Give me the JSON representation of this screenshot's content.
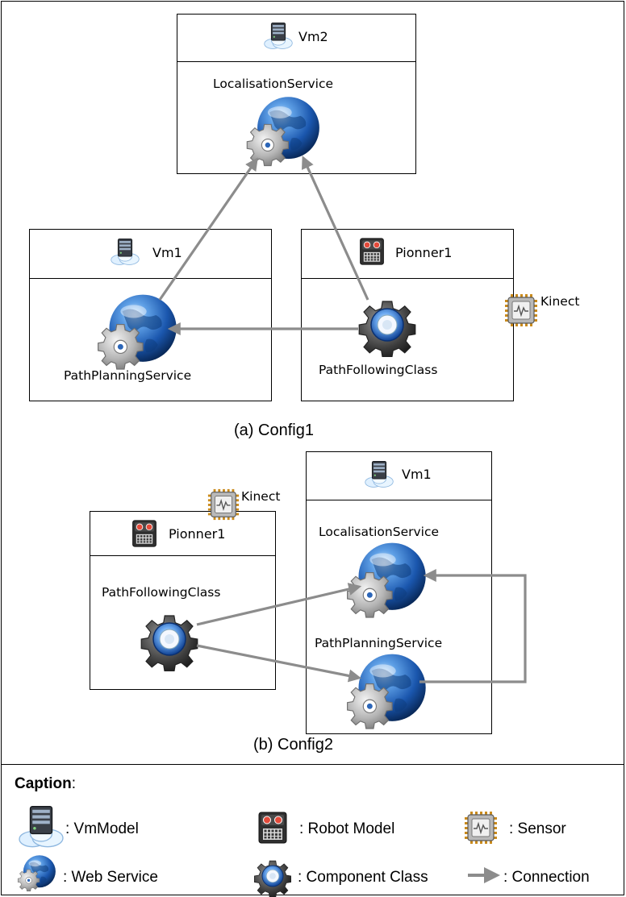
{
  "config1": {
    "caption": "(a) Config1",
    "vm2": {
      "title": "Vm2",
      "service": "LocalisationService"
    },
    "vm1": {
      "title": "Vm1",
      "service": "PathPlanningService"
    },
    "robot": {
      "title": "Pionner1",
      "component": "PathFollowingClass"
    },
    "sensor": {
      "label": "Kinect"
    }
  },
  "config2": {
    "caption": "(b) Config2",
    "robot": {
      "title": "Pionner1",
      "component": "PathFollowingClass"
    },
    "sensor": {
      "label": "Kinect"
    },
    "vm1": {
      "title": "Vm1",
      "service_top": "LocalisationService",
      "service_bottom": "PathPlanningService"
    }
  },
  "legend": {
    "title": "Caption",
    "title_suffix": ":",
    "items": {
      "vm_model": ": VmModel",
      "robot_model": ": Robot Model",
      "sensor": ": Sensor",
      "web_service": ": Web Service",
      "component_class": ": Component Class",
      "connection": ":  Connection"
    }
  },
  "colors": {
    "arrow": "#8c8c8c",
    "globe": "#1f5fb5",
    "gear": "#b8b8b8",
    "border": "#000000"
  }
}
